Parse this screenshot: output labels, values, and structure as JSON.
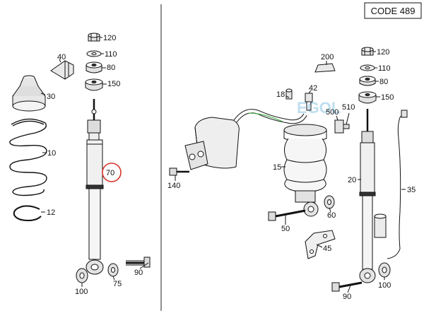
{
  "header": {
    "code_label": "CODE 489"
  },
  "watermark": {
    "text": "EGOL",
    "color": "#4aa3d6"
  },
  "highlight": {
    "color": "#d9342b"
  },
  "parts": [
    {
      "id": "p120l",
      "label": "120"
    },
    {
      "id": "p110l",
      "label": "110"
    },
    {
      "id": "p80l",
      "label": "80"
    },
    {
      "id": "p150l",
      "label": "150"
    },
    {
      "id": "p40",
      "label": "40"
    },
    {
      "id": "p30",
      "label": "30"
    },
    {
      "id": "p10",
      "label": "10"
    },
    {
      "id": "p12",
      "label": "12"
    },
    {
      "id": "p70",
      "label": "70"
    },
    {
      "id": "p90l",
      "label": "90"
    },
    {
      "id": "p75",
      "label": "75"
    },
    {
      "id": "p100l",
      "label": "100"
    },
    {
      "id": "p120r",
      "label": "120"
    },
    {
      "id": "p110r",
      "label": "110"
    },
    {
      "id": "p80r",
      "label": "80"
    },
    {
      "id": "p150r",
      "label": "150"
    },
    {
      "id": "p200",
      "label": "200"
    },
    {
      "id": "p18",
      "label": "18"
    },
    {
      "id": "p42",
      "label": "42"
    },
    {
      "id": "p500",
      "label": "500"
    },
    {
      "id": "p510",
      "label": "510"
    },
    {
      "id": "p15",
      "label": "15"
    },
    {
      "id": "p140",
      "label": "140"
    },
    {
      "id": "p60",
      "label": "60"
    },
    {
      "id": "p50",
      "label": "50"
    },
    {
      "id": "p45",
      "label": "45"
    },
    {
      "id": "p20",
      "label": "20"
    },
    {
      "id": "p35",
      "label": "35"
    },
    {
      "id": "p90r",
      "label": "90"
    },
    {
      "id": "p100r",
      "label": "100"
    }
  ]
}
